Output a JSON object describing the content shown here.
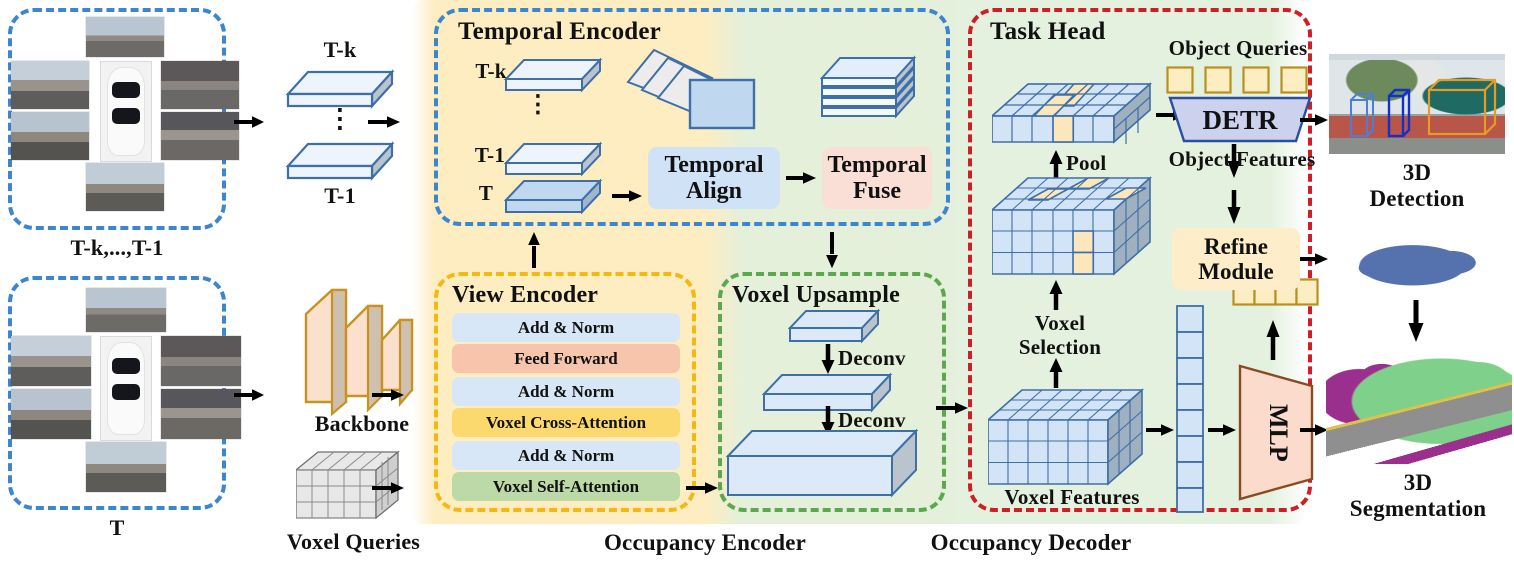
{
  "regions": {
    "occupancy_encoder_label": "Occupancy Encoder",
    "occupancy_decoder_label": "Occupancy Decoder"
  },
  "inputs": {
    "past_group_label": "T-k,...,T-1",
    "current_group_label": "T",
    "backbone_label": "Backbone",
    "voxel_queries_label": "Voxel Queries"
  },
  "feature_slabs": {
    "top_label": "T-k",
    "dots": "⋮",
    "bottom_label": "T-1"
  },
  "temporal_encoder": {
    "title": "Temporal Encoder",
    "row_labels": [
      "T-k",
      "⋮",
      "T-1",
      "T"
    ],
    "align_label": "Temporal Align",
    "align_line1": "Temporal",
    "align_line2": "Align",
    "fuse_line1": "Temporal",
    "fuse_line2": "Fuse",
    "colors": {
      "align_bg": "#cfe2f6",
      "fuse_bg": "#fadfd6",
      "outline": "#3c86d0"
    }
  },
  "view_encoder": {
    "title": "View Encoder",
    "rows": [
      {
        "label": "Add & Norm",
        "color": "#d7e7f7"
      },
      {
        "label": "Feed Forward",
        "color": "#f6c5ac"
      },
      {
        "label": "Add & Norm",
        "color": "#d7e7f7"
      },
      {
        "label": "Voxel Cross-Attention",
        "color": "#fcd96e"
      },
      {
        "label": "Add & Norm",
        "color": "#d7e7f7"
      },
      {
        "label": "Voxel Self-Attention",
        "color": "#bcd9a8"
      }
    ],
    "outline": "#f5b812"
  },
  "voxel_upsample": {
    "title": "Voxel Upsample",
    "deconv_1": "Deconv",
    "deconv_2": "Deconv",
    "outline": "#5ba84f"
  },
  "task_head": {
    "title": "Task Head",
    "object_queries_label": "Object Queries",
    "detr_label": "DETR",
    "object_features_label": "Object Features",
    "refine_line1": "Refine",
    "refine_line2": "Module",
    "pool_label": "Pool",
    "voxel_selection_line1": "Voxel",
    "voxel_selection_line2": "Selection",
    "voxel_features_label": "Voxel Features",
    "mlp_label": "MLP",
    "n_object_queries": 4,
    "n_refine_tokens": 4,
    "outline": "#cf1f24"
  },
  "outputs": {
    "detection_line1": "3D",
    "detection_line2": "Detection",
    "segmentation_line1": "3D",
    "segmentation_line2": "Segmentation"
  },
  "palette": {
    "slab_top": "#eef4fb",
    "slab_top_active": "#bfd8ef",
    "slab_edge": "#3f6fa8",
    "slab_side": "#b9c4cd",
    "voxel_face": "#d3e4f6",
    "voxel_highlight": "#fbe7bb",
    "voxel_edge": "#3f6fa8",
    "backbone_fill": "#fbe0cd",
    "backbone_edge": "#c9921f",
    "yellow_wash": "#fdecbe",
    "green_wash": "#e2f0dc",
    "detr_fill": "#ccd2ee",
    "mlp_fill": "#fadbcc",
    "refine_fill": "#fdeec9"
  }
}
